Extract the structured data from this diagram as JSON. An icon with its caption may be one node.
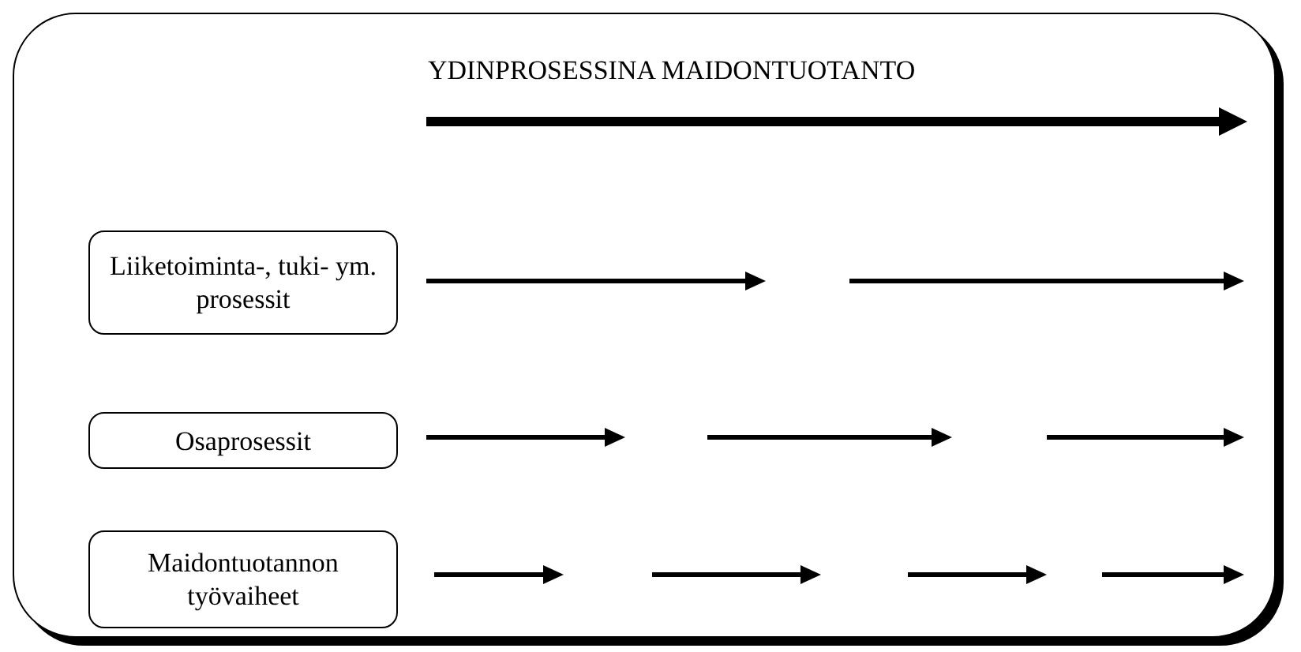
{
  "diagram": {
    "nodes": [
      {
        "text": [
          "YDINPROSESSINA MAIDONTUOTANTO"
        ]
      },
      {
        "text": [
          "Liiketoiminta-, tuki- ym. prosessit"
        ],
        "in": 0
      },
      {
        "text": [
          "Osaprosessit"
        ],
        "in": 0
      },
      {
        "text": [
          "Maidontuotannon työvaiheet"
        ],
        "in": 0
      }
    ]
  }
}
